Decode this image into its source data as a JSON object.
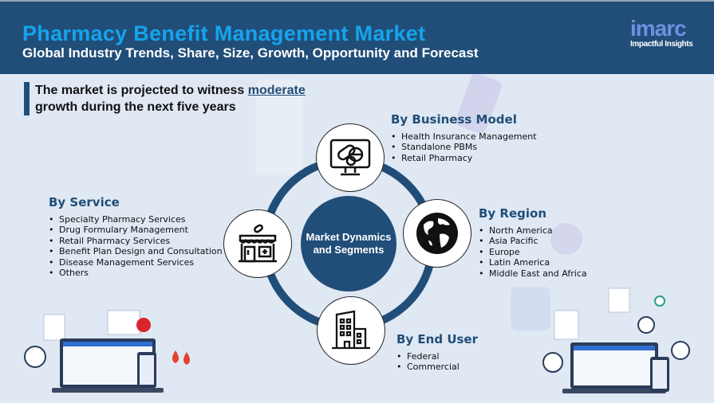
{
  "header": {
    "title": "Pharmacy Benefit Management Market",
    "subtitle": "Global Industry Trends, Share, Size, Growth, Opportunity and Forecast",
    "logo_text": "imarc",
    "logo_tagline": "Impactful Insights"
  },
  "projection": {
    "prefix": "The market is projected to witness ",
    "highlight": "moderate",
    "suffix": "growth during the next five years"
  },
  "center_label": {
    "line1": "Market Dynamics",
    "line2": "and Segments"
  },
  "segments": {
    "business_model": {
      "title": "By Business Model",
      "items": [
        "Health Insurance Management",
        "Standalone PBMs",
        "Retail Pharmacy"
      ]
    },
    "service": {
      "title": "By Service",
      "items": [
        "Specialty Pharmacy Services",
        "Drug Formulary Management",
        "Retail Pharmacy Services",
        "Benefit Plan Design and Consultation",
        "Disease Management Services",
        "Others"
      ]
    },
    "region": {
      "title": "By Region",
      "items": [
        "North America",
        "Asia Pacific",
        "Europe",
        "Latin America",
        "Middle East and Africa"
      ]
    },
    "end_user": {
      "title": "By End User",
      "items": [
        "Federal",
        "Commercial"
      ]
    }
  },
  "colors": {
    "primary": "#214e79",
    "accent": "#14a4ec",
    "background": "#dfe8f3"
  }
}
